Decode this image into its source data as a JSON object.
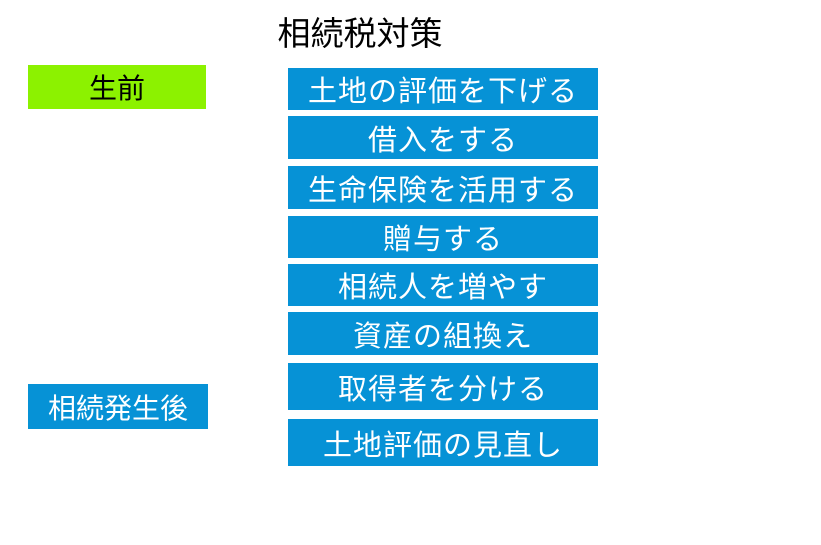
{
  "title": "相続税対策",
  "phases": {
    "before": {
      "label": "生前",
      "color": "#8cf200"
    },
    "after": {
      "label": "相続発生後",
      "color": "#0692d6"
    }
  },
  "colors": {
    "box_fill": "#0692d6",
    "box_text": "#ffffff"
  },
  "measures": [
    {
      "label": "土地の評価を下げる"
    },
    {
      "label": "借入をする"
    },
    {
      "label": "生命保険を活用する"
    },
    {
      "label": "贈与する"
    },
    {
      "label": "相続人を増やす"
    },
    {
      "label": "資産の組換え"
    },
    {
      "label": "取得者を分ける"
    },
    {
      "label": "土地評価の見直し"
    }
  ]
}
